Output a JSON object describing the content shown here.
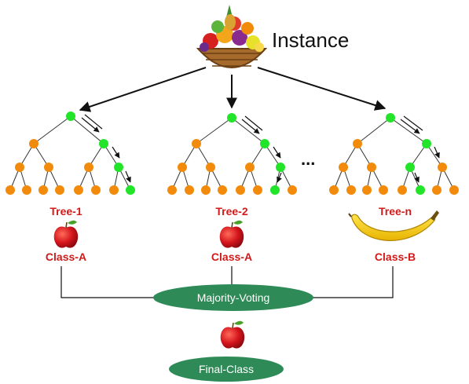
{
  "instance": {
    "label": "Instance",
    "icon": "fruit-basket-icon"
  },
  "ellipsis": "...",
  "trees": [
    {
      "name": "Tree-1",
      "prediction": "Class-A",
      "fruit": "apple-icon"
    },
    {
      "name": "Tree-2",
      "prediction": "Class-A",
      "fruit": "apple-icon"
    },
    {
      "name": "Tree-n",
      "prediction": "Class-B",
      "fruit": "banana-icon"
    }
  ],
  "voting": {
    "label": "Majority-Voting"
  },
  "final": {
    "label": "Final-Class",
    "fruit": "apple-icon"
  },
  "colors": {
    "node": "#f28b0c",
    "path_node": "#22e52a",
    "label": "#d11a1a",
    "ellipse": "#2e8b57",
    "line": "#111111"
  }
}
